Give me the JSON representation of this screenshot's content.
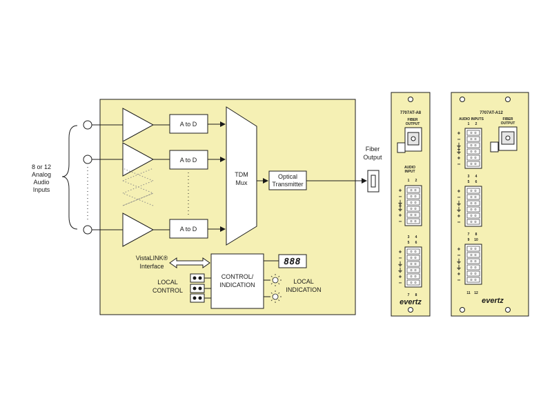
{
  "inputs_label": [
    "8 or 12",
    "Analog",
    "Audio",
    "Inputs"
  ],
  "adc_label": "A to D",
  "mux_label": [
    "TDM",
    "Mux"
  ],
  "transmitter_label": [
    "Optical",
    "Transmitter"
  ],
  "fiber_output_label": [
    "Fiber",
    "Output"
  ],
  "vistalink_label": [
    "VistaLINK®",
    "Interface"
  ],
  "control_label": [
    "CONTROL/",
    "INDICATION"
  ],
  "local_control_label": [
    "LOCAL",
    "CONTROL"
  ],
  "local_indication_label": [
    "LOCAL",
    "INDICATION"
  ],
  "display_digits": "888",
  "panel_a8": {
    "model": "7707AT-A8",
    "fiber_output": [
      "FIBER",
      "OUTPUT"
    ],
    "audio_input": [
      "AUDIO",
      "INPUT"
    ],
    "channels_top": [
      "1",
      "2"
    ],
    "channels_mid_top": [
      "3",
      "4"
    ],
    "channels_mid_bottom": [
      "5",
      "6"
    ],
    "channels_bottom": [
      "7",
      "8"
    ],
    "logo": "evertz"
  },
  "panel_a12": {
    "model": "7707AT-A12",
    "audio_inputs": "AUDIO INPUTS",
    "fiber_output": [
      "FIBER",
      "OUTPUT"
    ],
    "channels_1": [
      "1",
      "2"
    ],
    "channels_2": [
      "3",
      "4"
    ],
    "channels_3": [
      "5",
      "6"
    ],
    "channels_4": [
      "7",
      "8"
    ],
    "channels_5": [
      "9",
      "10"
    ],
    "channels_6": [
      "11",
      "12"
    ],
    "logo": "evertz"
  },
  "colors": {
    "board": "#f5f0b4",
    "stroke": "#1a1a1a",
    "lead": "#6b6b6b"
  }
}
